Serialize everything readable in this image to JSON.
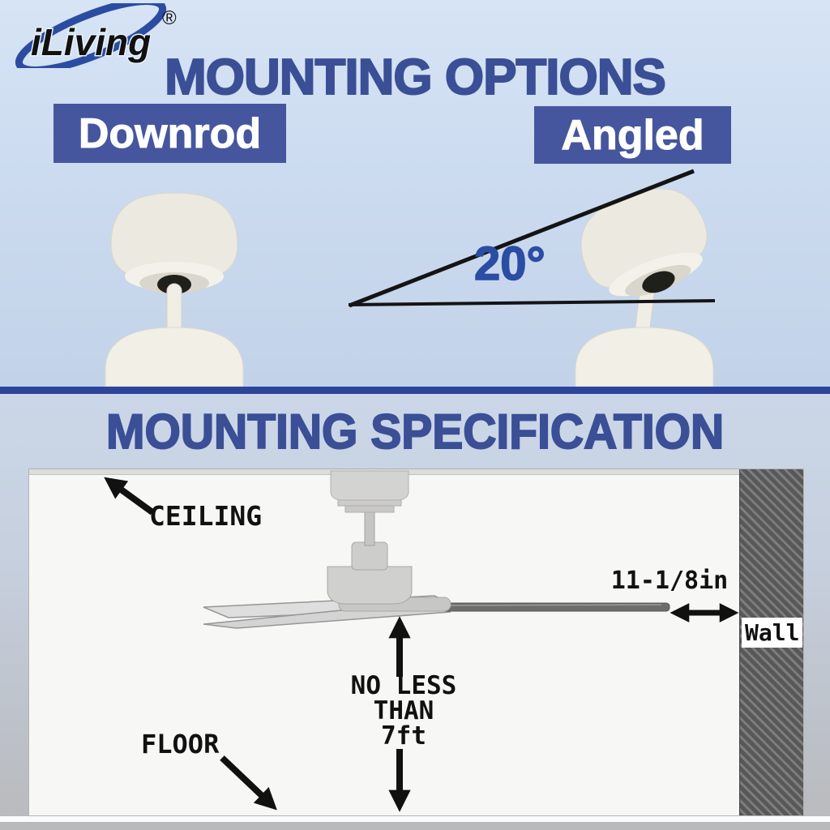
{
  "brand": {
    "name": "iLiving",
    "registered": "®"
  },
  "colors": {
    "brand_blue": "#3a4f96",
    "badge_blue": "#45569e",
    "divider_blue": "#2c459b",
    "line_black": "#111111",
    "wall_gray": "#585858",
    "diagram_bg": "#f7f8f6"
  },
  "top": {
    "title": "MOUNTING OPTIONS",
    "options": [
      {
        "label": "Downrod"
      },
      {
        "label": "Angled"
      }
    ],
    "angle_label": "20°"
  },
  "bottom": {
    "title": "MOUNTING SPECIFICATION",
    "labels": {
      "ceiling": "CEILING",
      "floor": "FLOOR",
      "wall": "Wall",
      "clearance": "11-1/8in",
      "height_line1": "NO LESS",
      "height_line2": "THAN",
      "height_line3": "7ft"
    }
  }
}
